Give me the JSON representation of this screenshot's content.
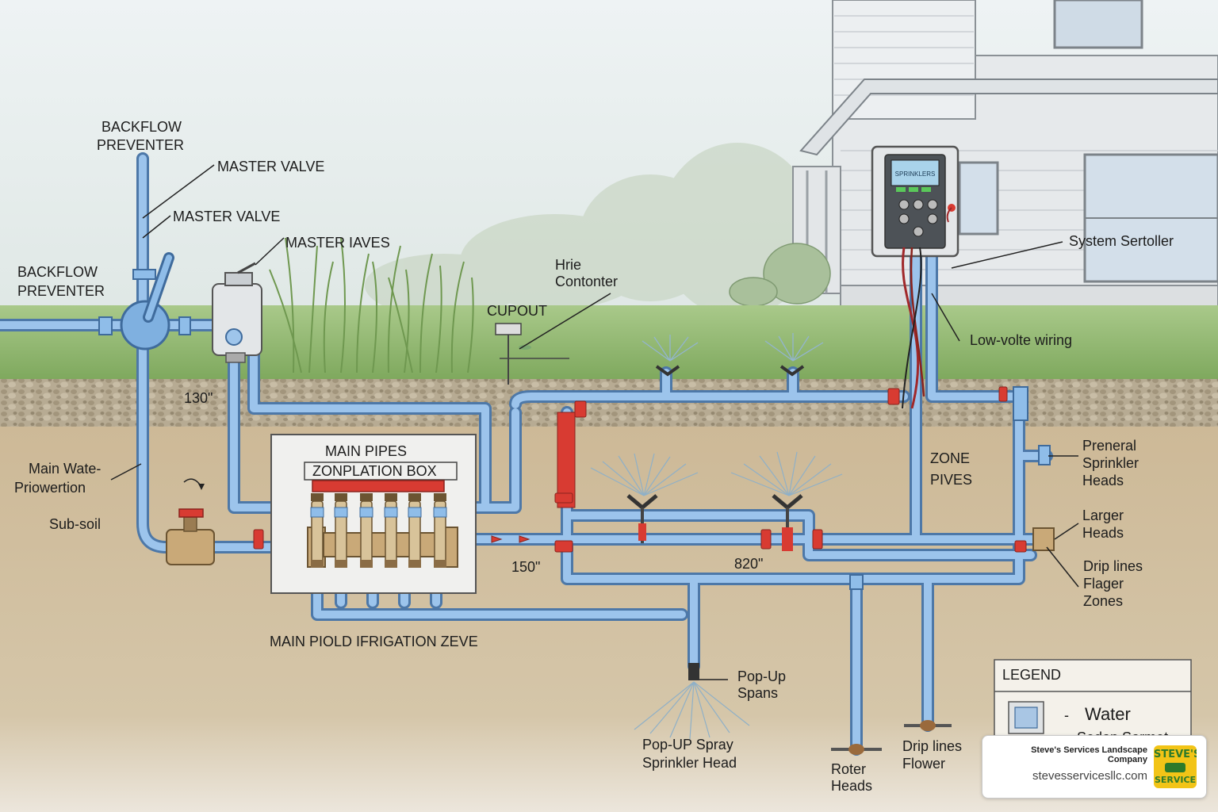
{
  "labels": {
    "backflow_top_1": "BACKFLOW",
    "backflow_top_2": "PREVENTER",
    "master_valve_1": "MASTER VALVE",
    "master_valve_2": "MASTER VALVE",
    "master_iaves": "MASTER IAVES",
    "backflow_left_1": "BACKFLOW",
    "backflow_left_2": "PREVENTER",
    "hrie": "Hrie",
    "controller": "Contonter",
    "cupout": "CUPOUT",
    "system_controller": "System Sertoller",
    "low_voltage": "Low-volte wiring",
    "depth_130": "130\"",
    "main_water_1": "Main Wate-",
    "main_water_2": "Priowertion",
    "sub_soil": "Sub-soil",
    "main_pipes": "MAIN PIPES",
    "zonation_box": "ZONPLATION BOX",
    "zone_pipes_1": "ZONE",
    "zone_pipes_2": "PIVES",
    "depth_150": "150\"",
    "depth_820": "820\"",
    "preneral_1": "Preneral",
    "preneral_2": "Sprinkler",
    "preneral_3": "Heads",
    "larger_1": "Larger",
    "larger_2": "Heads",
    "drip_zones_1": "Drip lines",
    "drip_zones_2": "Flager",
    "drip_zones_3": "Zones",
    "main_field": "MAIN PIOLD IFRIGATION ZEVE",
    "popup_spans_1": "Pop-Up",
    "popup_spans_2": "Spans",
    "popup_spray_1": "Pop-UP Spray",
    "popup_spray_2": "Sprinkler Head",
    "roter_1": "Roter",
    "roter_2": "Heads",
    "drip_flower_1": "Drip lines",
    "drip_flower_2": "Flower",
    "controller_screen": "SPRINKLERS"
  },
  "legend": {
    "title": "LEGEND",
    "item_1": "Water",
    "item_2": "Sedon Sormet"
  },
  "badge": {
    "company": "Steve's Services Landscape Company",
    "url": "stevesservicesllc.com",
    "logo_top": "STEVE'S",
    "logo_bottom": "SERVICE"
  },
  "colors": {
    "sky": "#e7eef0",
    "grass": "#8fb56c",
    "gravel": "#b9ad95",
    "soil": "#c8b392",
    "pipe": "#8db8e4",
    "pipe_outline": "#4d78a8",
    "valve_red": "#d83b32",
    "house": "#e9ecee"
  }
}
